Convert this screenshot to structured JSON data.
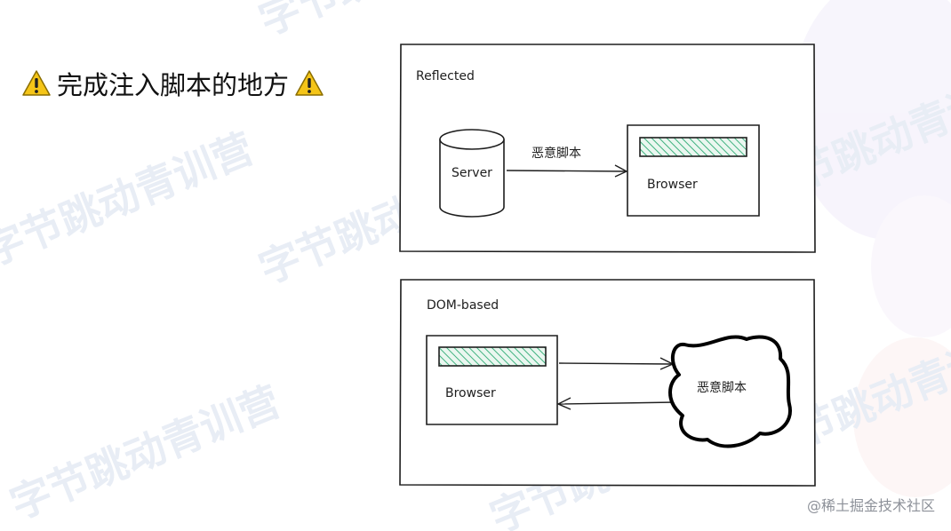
{
  "slide": {
    "title": "完成注入脚本的地方"
  },
  "watermark": {
    "text": "字节跳动青训营"
  },
  "credit": {
    "text": "@稀土掘金技术社区"
  },
  "diagrams": {
    "reflected": {
      "label": "Reflected",
      "server_label": "Server",
      "browser_label": "Browser",
      "arrow_label": "恶意脚本"
    },
    "dom_based": {
      "label": "DOM-based",
      "browser_label": "Browser",
      "cloud_label": "恶意脚本"
    }
  },
  "colors": {
    "hatch": "#3fb27f",
    "stroke": "#1e1e1e",
    "warning_yellow": "#f5c518"
  }
}
